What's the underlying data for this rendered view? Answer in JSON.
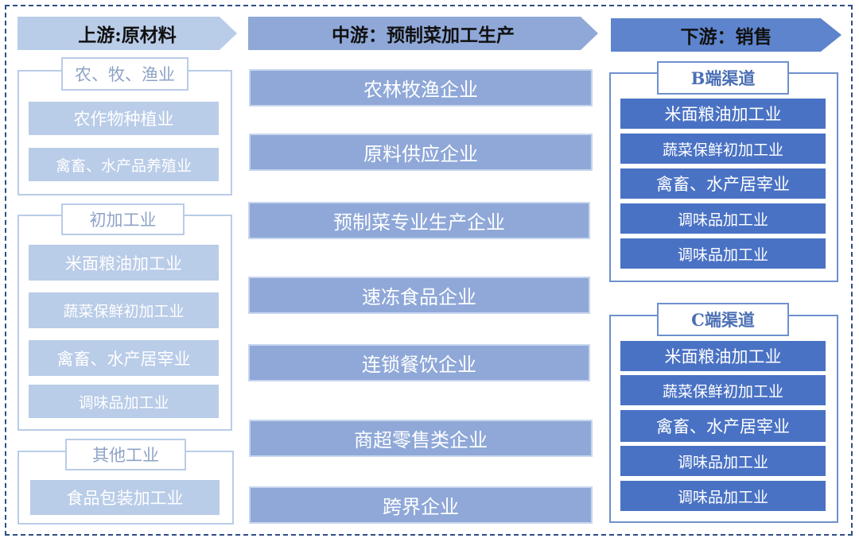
{
  "upstream": {
    "header": "上游:原材料",
    "groups": [
      {
        "title": "农、牧、渔业",
        "items": [
          "农作物种植业",
          "禽畜、水产品养殖业"
        ]
      },
      {
        "title": "初加工业",
        "items": [
          "米面粮油加工业",
          "蔬菜保鲜初加工业",
          "禽畜、水产居宰业",
          "调味品加工业"
        ]
      },
      {
        "title": "其他工业",
        "items": [
          "食品包装加工业"
        ]
      }
    ]
  },
  "midstream": {
    "header": "中游：预制菜加工生产",
    "items": [
      "农林牧渔企业",
      "原料供应企业",
      "预制菜专业生产企业",
      "速冻食品企业",
      "连锁餐饮企业",
      "商超零售类企业",
      "跨界企业"
    ]
  },
  "downstream": {
    "header": "下游：销售",
    "groups": [
      {
        "title": "B端渠道",
        "items": [
          "米面粮油加工业",
          "蔬菜保鲜初加工业",
          "禽畜、水产居宰业",
          "调味品加工业",
          "调味品加工业"
        ]
      },
      {
        "title": "C端渠道",
        "items": [
          "米面粮油加工业",
          "蔬菜保鲜初加工业",
          "禽畜、水产居宰业",
          "调味品加工业",
          "调味品加工业"
        ]
      }
    ]
  },
  "colors": {
    "upstream_fill": "#b9cce8",
    "midstream_fill": "#8fa8d8",
    "downstream_fill": "#4a72c4",
    "frame_border": "#2f4f86"
  }
}
